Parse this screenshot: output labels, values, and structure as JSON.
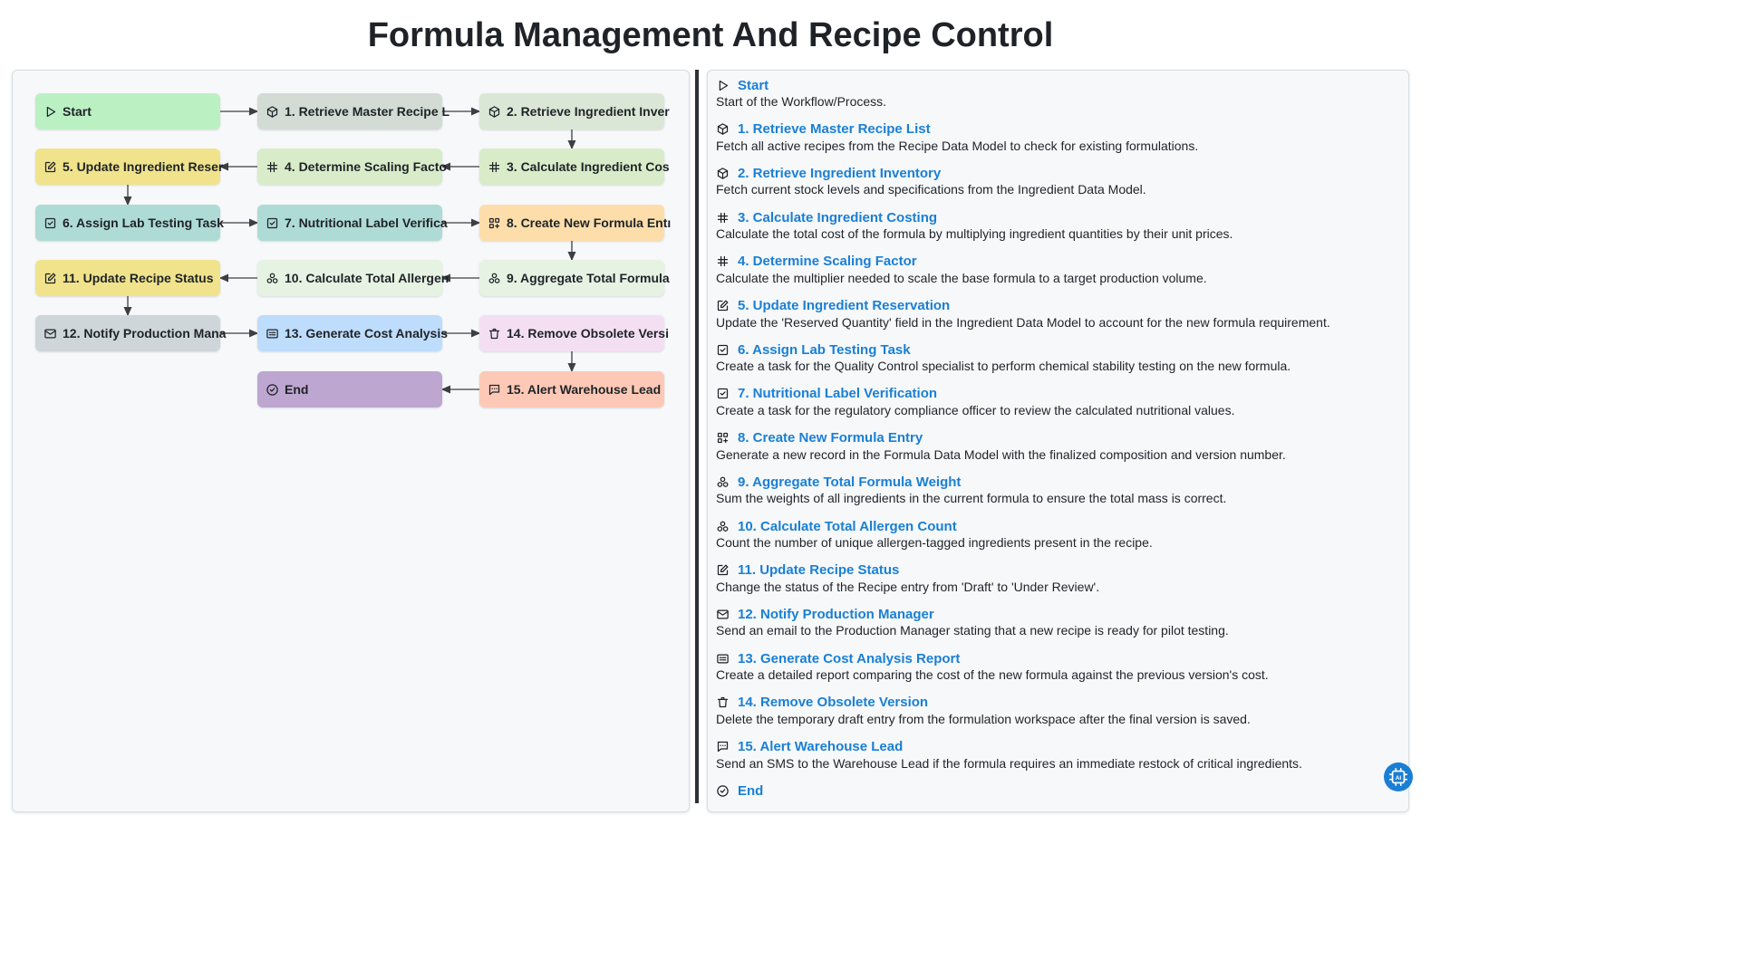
{
  "page": {
    "title": "Formula Management And Recipe Control"
  },
  "colors": {
    "green": "#bbf0c3",
    "sage": "#d3dbd5",
    "lightsage": "#dbe7d6",
    "lime": "#d8ecc9",
    "yellow": "#f0e38b",
    "teal": "#aedbd5",
    "peach": "#fddeab",
    "mint": "#e6f3e3",
    "gray": "#cfd6da",
    "blue": "#bedcfb",
    "pink": "#f4dff2",
    "purple": "#bda6d0",
    "salmon": "#fdc9b6",
    "accent": "#1a7fd4"
  },
  "nodes": [
    {
      "id": "start",
      "label": "Start",
      "icon": "play-icon",
      "color": "green"
    },
    {
      "id": "n1",
      "label": "1. Retrieve Master Recipe L",
      "icon": "cube-icon",
      "color": "sage"
    },
    {
      "id": "n2",
      "label": "2. Retrieve Ingredient Inver",
      "icon": "cube-icon",
      "color": "lightsage"
    },
    {
      "id": "n3",
      "label": "3. Calculate Ingredient Cos",
      "icon": "hash-icon",
      "color": "lime"
    },
    {
      "id": "n4",
      "label": "4. Determine Scaling Facto",
      "icon": "hash-icon",
      "color": "lime"
    },
    {
      "id": "n5",
      "label": "5. Update Ingredient Reser",
      "icon": "edit-icon",
      "color": "yellow"
    },
    {
      "id": "n6",
      "label": "6. Assign Lab Testing Task",
      "icon": "checkbox-icon",
      "color": "teal"
    },
    {
      "id": "n7",
      "label": "7. Nutritional Label Verifica",
      "icon": "checkbox-icon",
      "color": "teal"
    },
    {
      "id": "n8",
      "label": "8. Create New Formula Entı",
      "icon": "grid-plus-icon",
      "color": "peach"
    },
    {
      "id": "n9",
      "label": "9. Aggregate Total Formula",
      "icon": "circles-icon",
      "color": "mint"
    },
    {
      "id": "n10",
      "label": "10. Calculate Total Allergen",
      "icon": "circles-icon",
      "color": "mint"
    },
    {
      "id": "n11",
      "label": "11. Update Recipe Status",
      "icon": "edit-icon",
      "color": "yellow"
    },
    {
      "id": "n12",
      "label": "12. Notify Production Mana",
      "icon": "mail-icon",
      "color": "gray"
    },
    {
      "id": "n13",
      "label": "13. Generate Cost Analysis",
      "icon": "report-icon",
      "color": "blue"
    },
    {
      "id": "n14",
      "label": "14. Remove Obsolete Versi",
      "icon": "trash-icon",
      "color": "pink"
    },
    {
      "id": "n15",
      "label": "15. Alert Warehouse Lead",
      "icon": "sms-icon",
      "color": "salmon"
    },
    {
      "id": "end",
      "label": "End",
      "icon": "check-circle-icon",
      "color": "purple"
    }
  ],
  "steps": [
    {
      "title": "Start",
      "icon": "play-icon",
      "desc": "Start of the Workflow/Process."
    },
    {
      "title": "1. Retrieve Master Recipe List",
      "icon": "cube-icon",
      "desc": "Fetch all active recipes from the Recipe Data Model to check for existing formulations."
    },
    {
      "title": "2. Retrieve Ingredient Inventory",
      "icon": "cube-icon",
      "desc": "Fetch current stock levels and specifications from the Ingredient Data Model."
    },
    {
      "title": "3. Calculate Ingredient Costing",
      "icon": "hash-icon",
      "desc": "Calculate the total cost of the formula by multiplying ingredient quantities by their unit prices."
    },
    {
      "title": "4. Determine Scaling Factor",
      "icon": "hash-icon",
      "desc": "Calculate the multiplier needed to scale the base formula to a target production volume."
    },
    {
      "title": "5. Update Ingredient Reservation",
      "icon": "edit-icon",
      "desc": "Update the 'Reserved Quantity' field in the Ingredient Data Model to account for the new formula requirement."
    },
    {
      "title": "6. Assign Lab Testing Task",
      "icon": "checkbox-icon",
      "desc": "Create a task for the Quality Control specialist to perform chemical stability testing on the new formula."
    },
    {
      "title": "7. Nutritional Label Verification",
      "icon": "checkbox-icon",
      "desc": "Create a task for the regulatory compliance officer to review the calculated nutritional values."
    },
    {
      "title": "8. Create New Formula Entry",
      "icon": "grid-plus-icon",
      "desc": "Generate a new record in the Formula Data Model with the finalized composition and version number."
    },
    {
      "title": "9. Aggregate Total Formula Weight",
      "icon": "circles-icon",
      "desc": "Sum the weights of all ingredients in the current formula to ensure the total mass is correct."
    },
    {
      "title": "10. Calculate Total Allergen Count",
      "icon": "circles-icon",
      "desc": "Count the number of unique allergen-tagged ingredients present in the recipe."
    },
    {
      "title": "11. Update Recipe Status",
      "icon": "edit-icon",
      "desc": "Change the status of the Recipe entry from 'Draft' to 'Under Review'."
    },
    {
      "title": "12. Notify Production Manager",
      "icon": "mail-icon",
      "desc": "Send an email to the Production Manager stating that a new recipe is ready for pilot testing."
    },
    {
      "title": "13. Generate Cost Analysis Report",
      "icon": "report-icon",
      "desc": "Create a detailed report comparing the cost of the new formula against the previous version's cost."
    },
    {
      "title": "14. Remove Obsolete Version",
      "icon": "trash-icon",
      "desc": "Delete the temporary draft entry from the formulation workspace after the final version is saved."
    },
    {
      "title": "15. Alert Warehouse Lead",
      "icon": "sms-icon",
      "desc": "Send an SMS to the Warehouse Lead if the formula requires an immediate restock of critical ingredients."
    },
    {
      "title": "End",
      "icon": "check-circle-icon",
      "desc": ""
    }
  ],
  "ai_badge": {
    "label": "AI",
    "icon": "ai-chip-icon"
  }
}
